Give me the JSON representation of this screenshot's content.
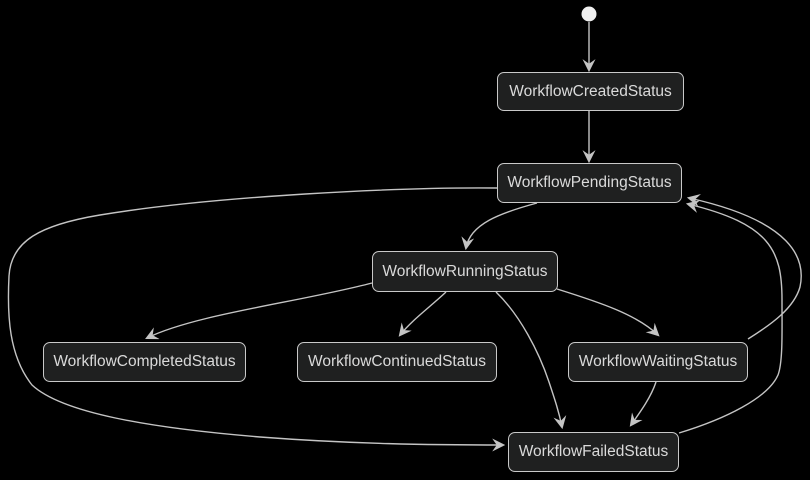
{
  "diagram": {
    "type": "state-diagram",
    "initial_state": "start-dot",
    "nodes": [
      {
        "id": "WorkflowCreatedStatus",
        "label": "WorkflowCreatedStatus"
      },
      {
        "id": "WorkflowPendingStatus",
        "label": "WorkflowPendingStatus"
      },
      {
        "id": "WorkflowRunningStatus",
        "label": "WorkflowRunningStatus"
      },
      {
        "id": "WorkflowCompletedStatus",
        "label": "WorkflowCompletedStatus"
      },
      {
        "id": "WorkflowContinuedStatus",
        "label": "WorkflowContinuedStatus"
      },
      {
        "id": "WorkflowWaitingStatus",
        "label": "WorkflowWaitingStatus"
      },
      {
        "id": "WorkflowFailedStatus",
        "label": "WorkflowFailedStatus"
      }
    ],
    "edges": [
      {
        "from": "[*]",
        "to": "WorkflowCreatedStatus"
      },
      {
        "from": "WorkflowCreatedStatus",
        "to": "WorkflowPendingStatus"
      },
      {
        "from": "WorkflowPendingStatus",
        "to": "WorkflowRunningStatus"
      },
      {
        "from": "WorkflowPendingStatus",
        "to": "WorkflowFailedStatus"
      },
      {
        "from": "WorkflowRunningStatus",
        "to": "WorkflowCompletedStatus"
      },
      {
        "from": "WorkflowRunningStatus",
        "to": "WorkflowContinuedStatus"
      },
      {
        "from": "WorkflowRunningStatus",
        "to": "WorkflowWaitingStatus"
      },
      {
        "from": "WorkflowRunningStatus",
        "to": "WorkflowFailedStatus"
      },
      {
        "from": "WorkflowWaitingStatus",
        "to": "WorkflowPendingStatus"
      },
      {
        "from": "WorkflowWaitingStatus",
        "to": "WorkflowFailedStatus"
      },
      {
        "from": "WorkflowFailedStatus",
        "to": "WorkflowPendingStatus"
      }
    ],
    "colors": {
      "background": "#000000",
      "node_fill": "#1f2020",
      "node_border": "#c9c9c9",
      "node_text": "#dadada",
      "edge_line": "#c4c4c4",
      "initial_dot": "#f0f0f0"
    }
  }
}
